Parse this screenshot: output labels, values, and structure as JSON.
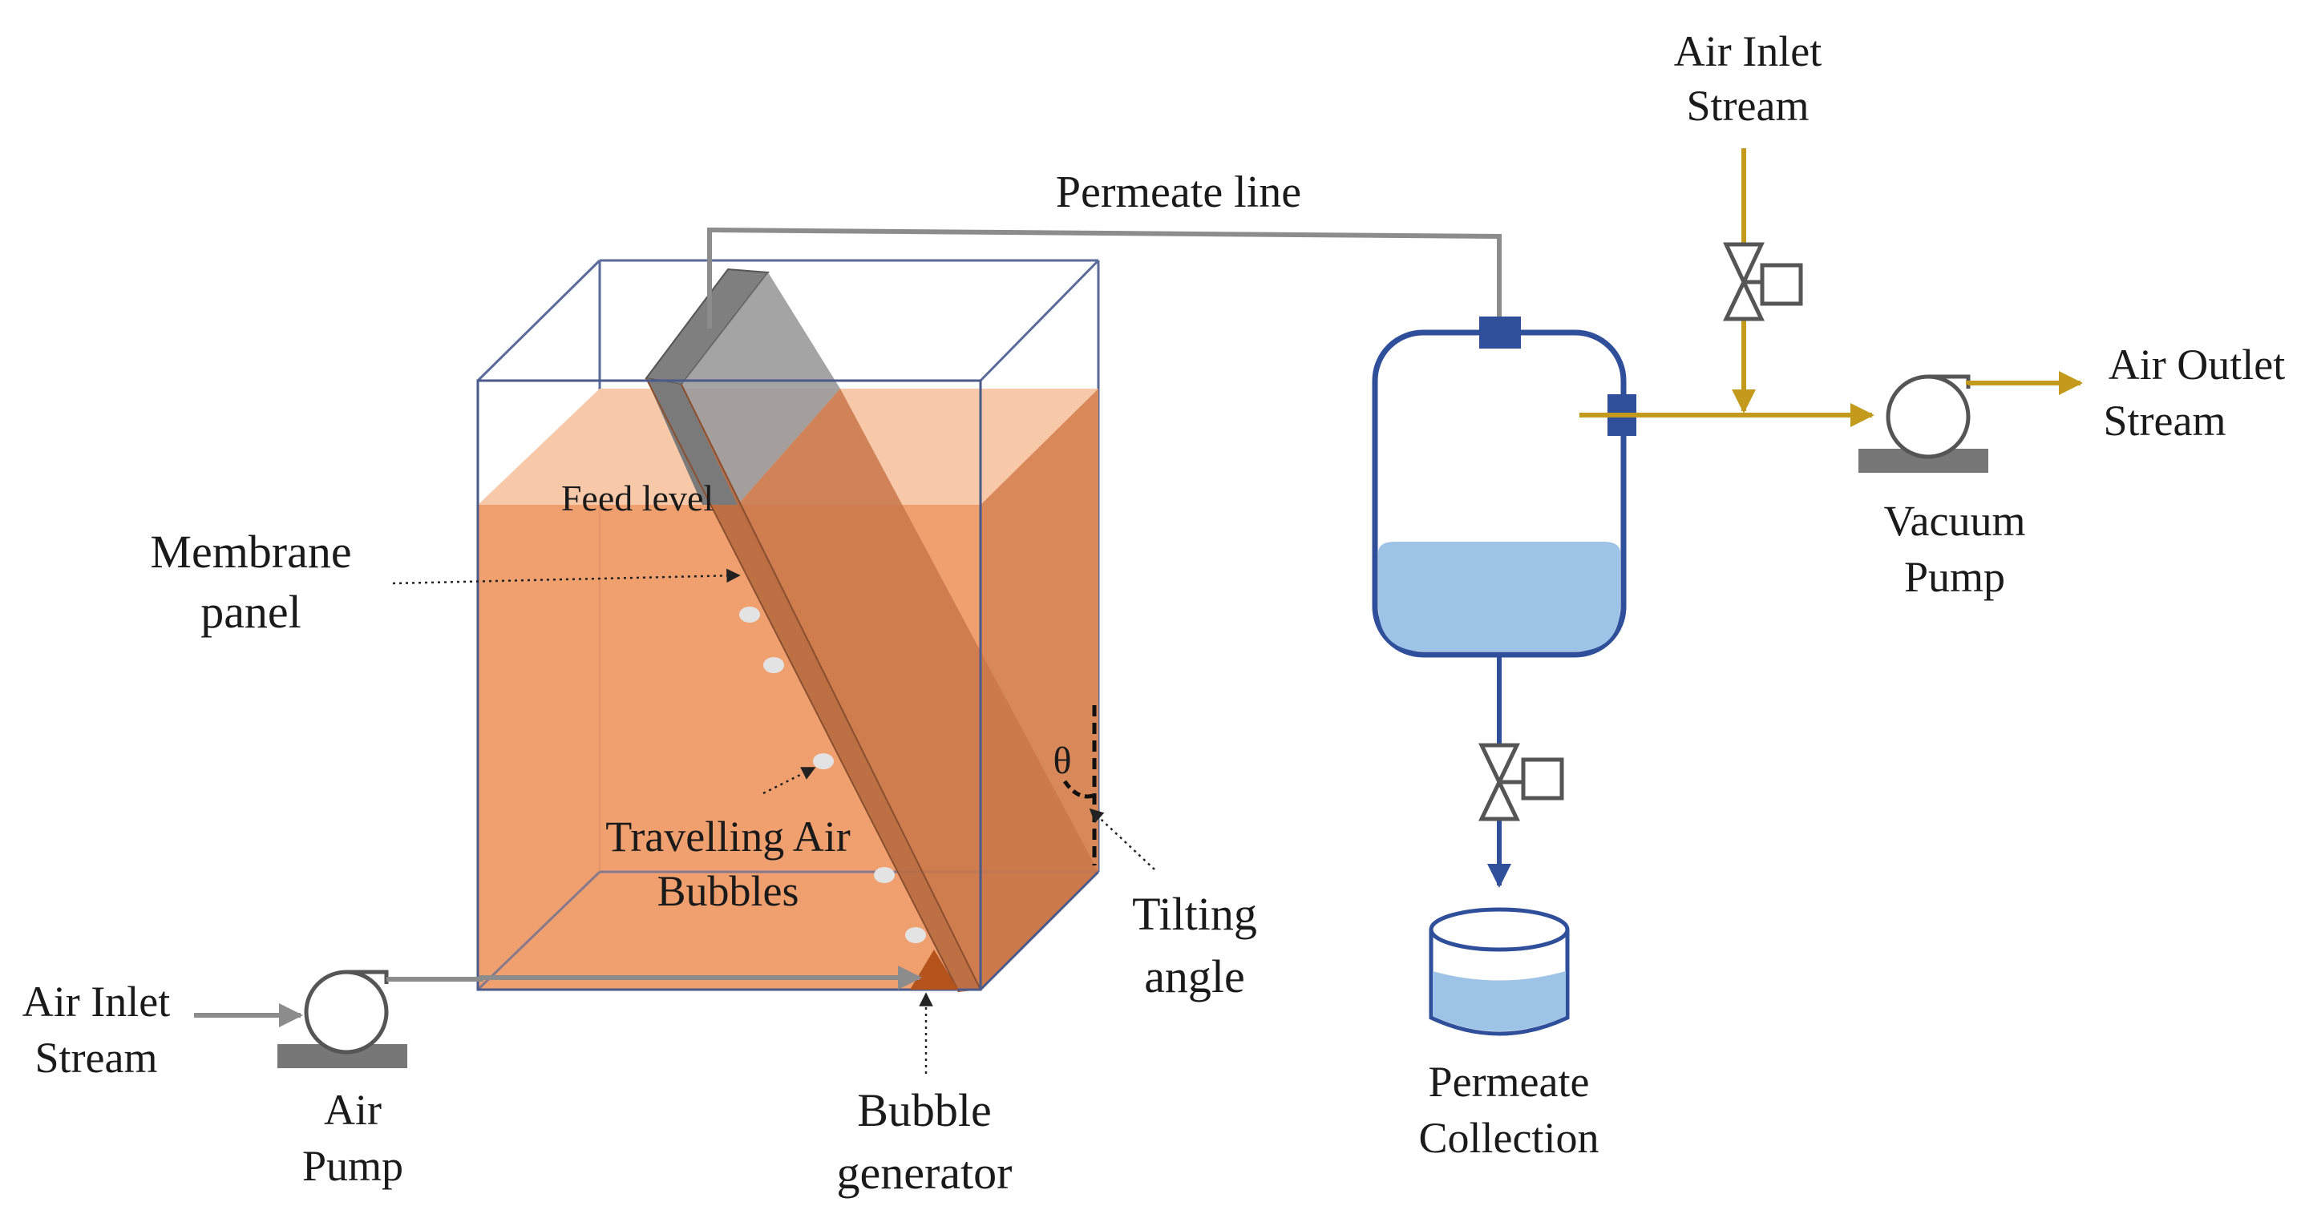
{
  "labels": {
    "permeate_line": "Permeate line",
    "air_inlet_top_1": "Air Inlet",
    "air_inlet_top_2": "Stream",
    "air_outlet_1": "Air Outlet",
    "air_outlet_2": "Stream",
    "vacuum_pump_1": "Vacuum",
    "vacuum_pump_2": "Pump",
    "feed_level": "Feed level",
    "membrane_panel_1": "Membrane",
    "membrane_panel_2": "panel",
    "theta": "θ",
    "travelling_air_1": "Travelling Air",
    "travelling_air_2": "Bubbles",
    "tilting_angle_1": "Tilting",
    "tilting_angle_2": "angle",
    "air_inlet_left_1": "Air Inlet",
    "air_inlet_left_2": "Stream",
    "air_pump_1": "Air",
    "air_pump_2": "Pump",
    "bubble_generator_1": "Bubble",
    "bubble_generator_2": "generator",
    "permeate_collection_1": "Permeate",
    "permeate_collection_2": "Collection"
  },
  "colors": {
    "feed": "#ef9a66",
    "feed_top": "#f8c9a8",
    "feed_side": "#d9885a",
    "membrane": "#8c8c8c",
    "permeate_line": "#8c8c8c",
    "air_line": "#c49a1c",
    "vessel": "#2f4f9a",
    "permeate_liquid": "#9dc3e6",
    "bubble_generator": "#b5531c"
  }
}
